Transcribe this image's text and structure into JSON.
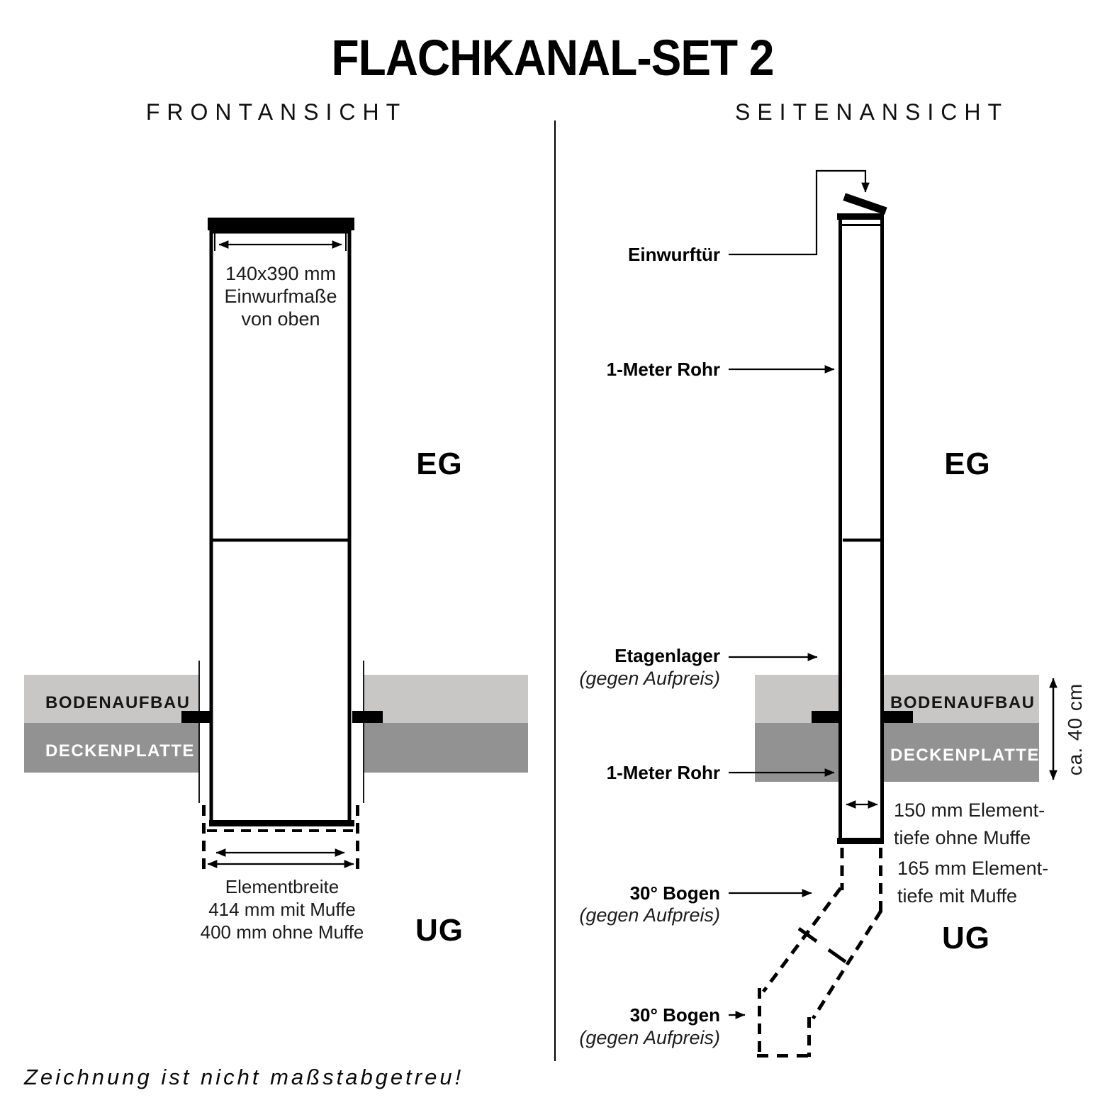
{
  "title": "FLACHKANAL-SET 2",
  "footer_note": "Zeichnung ist nicht maßstabgetreu!",
  "colors": {
    "floor_top": "#c8c7c5",
    "floor_bottom": "#929292",
    "line": "#000000"
  },
  "front_view": {
    "heading": "FRONTANSICHT",
    "opening_note": "140x390 mm\nEinwurfmaße\nvon oben",
    "level_upper": "EG",
    "level_lower": "UG",
    "floor_top_label": "BODENAUFBAU",
    "floor_bottom_label": "DECKENPLATTE",
    "width_note": "Elementbreite\n414 mm mit Muffe\n400 mm ohne Muffe"
  },
  "side_view": {
    "heading": "SEITENANSICHT",
    "level_upper": "EG",
    "level_lower": "UG",
    "floor_top_label": "BODENAUFBAU",
    "floor_bottom_label": "DECKENPLATTE",
    "door_label": "Einwurftür",
    "pipe_upper_label": "1-Meter Rohr",
    "bearing_label": "Etagenlager",
    "bearing_note": "(gegen Aufpreis)",
    "pipe_lower_label": "1-Meter Rohr",
    "depth_without_note": "150 mm Element-\ntiefe ohne Muffe",
    "depth_with_note": "165 mm Element-\ntiefe mit Muffe",
    "bend_upper_label": "30° Bogen",
    "bend_upper_note": "(gegen Aufpreis)",
    "bend_lower_label": "30° Bogen",
    "bend_lower_note": "(gegen Aufpreis)",
    "ceiling_thickness": "ca. 40 cm"
  }
}
